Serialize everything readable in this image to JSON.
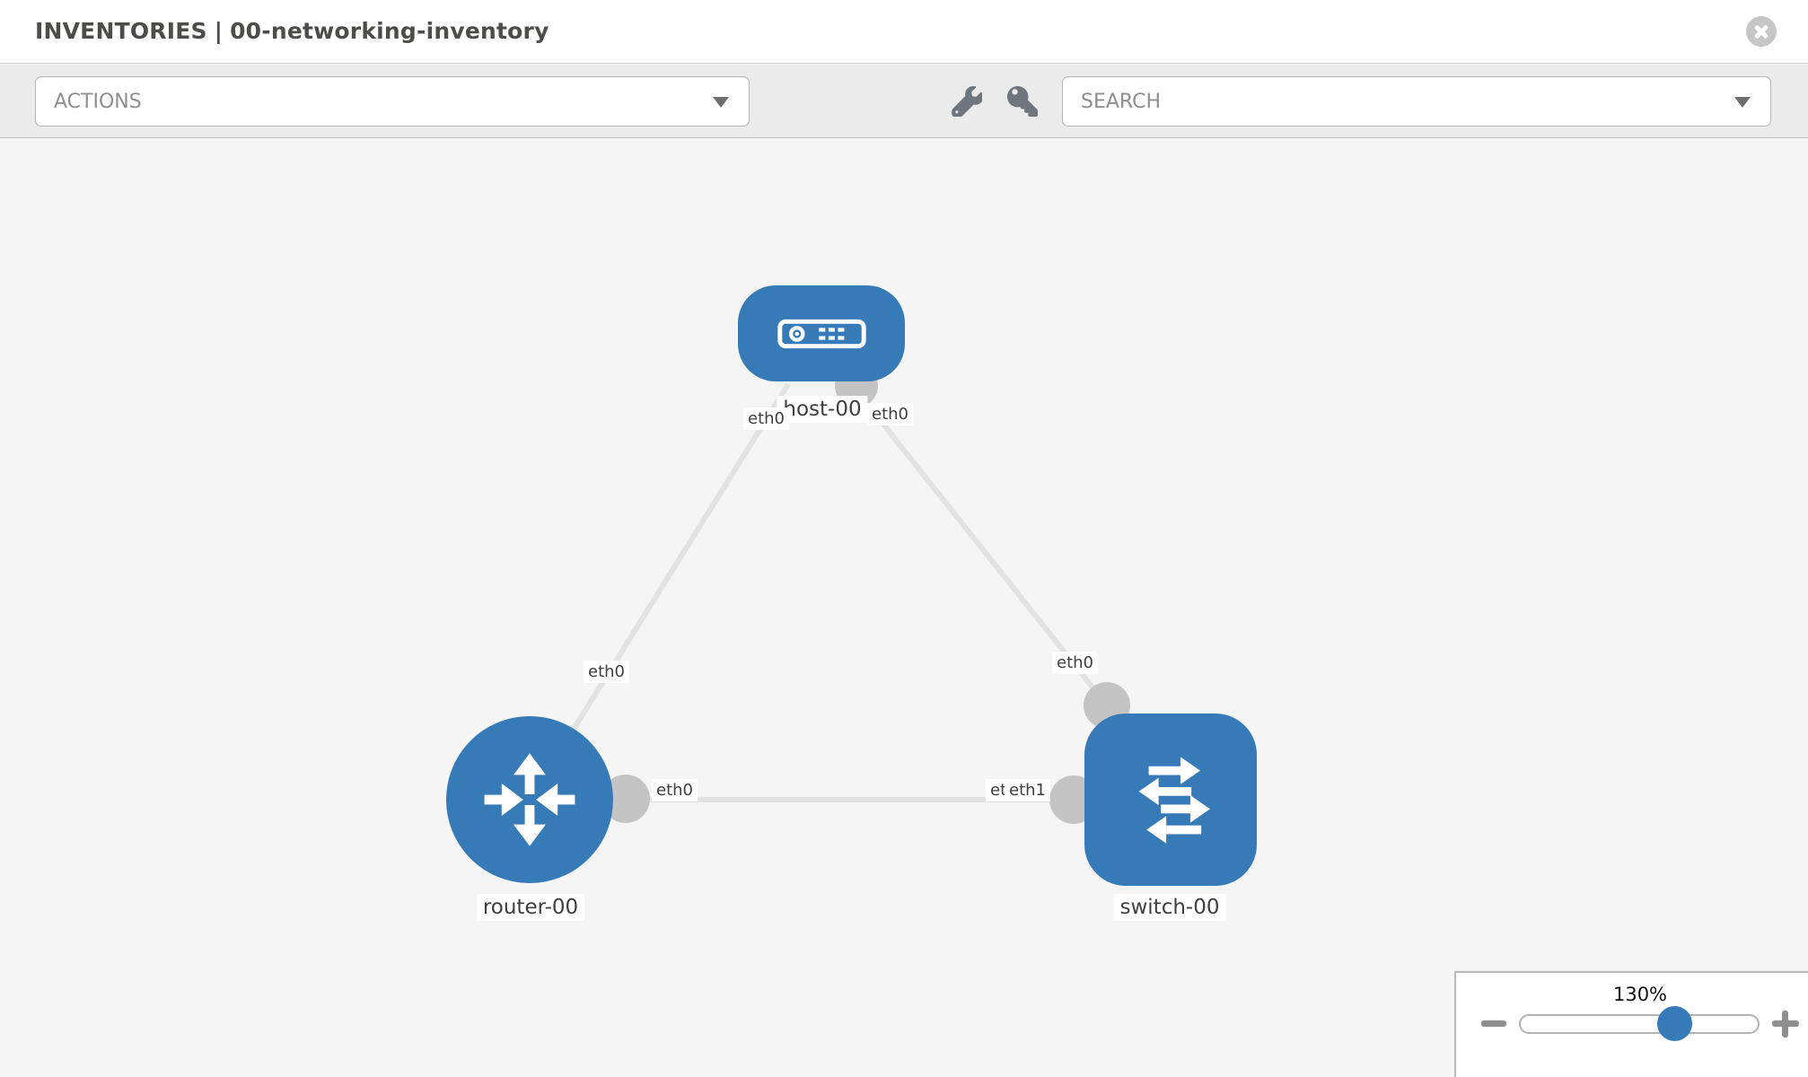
{
  "header": {
    "title_prefix": "INVENTORIES",
    "title_separator": "|",
    "title_name": "00-networking-inventory"
  },
  "toolbar": {
    "actions_label": "ACTIONS",
    "search_label": "SEARCH",
    "icons": [
      "wrench-icon",
      "key-icon"
    ]
  },
  "topology": {
    "nodes": [
      {
        "label": "host-00",
        "type": "host"
      },
      {
        "label": "router-00",
        "type": "router"
      },
      {
        "label": "switch-00",
        "type": "switch"
      }
    ],
    "links": [
      {
        "a": "router-00",
        "a_if": "eth0",
        "b": "host-00",
        "b_if": "eth0"
      },
      {
        "a": "host-00",
        "a_if": "eth0",
        "b": "switch-00",
        "b_if": "eth0"
      },
      {
        "a": "router-00",
        "a_if": "eth0",
        "b": "switch-00",
        "b_if": "eth1"
      }
    ],
    "overlapping_labels_at_switch": [
      "eth0",
      "eth1"
    ]
  },
  "zoom_control": {
    "level": "130%",
    "minus_icon": "minus",
    "plus_icon": "plus"
  },
  "colors": {
    "node_blue": "#377ab8",
    "link_gray": "#e2e2e2",
    "connector_gray": "#c4c4c4",
    "toolbar_bg": "#ebebeb",
    "canvas_bg": "#f5f5f5"
  }
}
